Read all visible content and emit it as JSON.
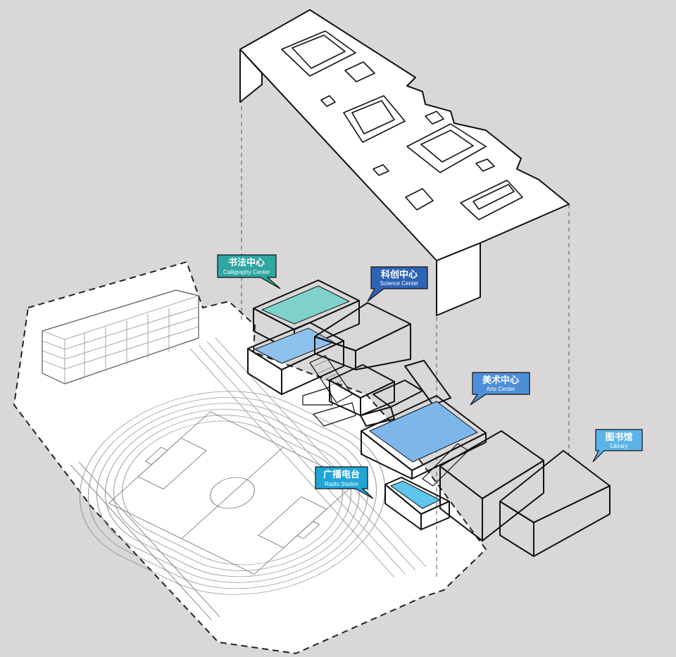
{
  "labels": {
    "calligraphy": {
      "cn": "书法中心",
      "en": "Calligraphy Center",
      "color": "#2fa6a2"
    },
    "science": {
      "cn": "科创中心",
      "en": "Science  Center",
      "color": "#2f63b3"
    },
    "arts": {
      "cn": "美术中心",
      "en": "Arts Center",
      "color": "#4d8fd6"
    },
    "library": {
      "cn": "图书馆",
      "en": "Library",
      "color": "#5bb4e8"
    },
    "radio": {
      "cn": "广播电台",
      "en": "Radio Station",
      "color": "#1fa5d6"
    }
  },
  "colors": {
    "background": "#d9d7d7",
    "calligraphy": "#5cc2bb",
    "science": "#3a6fc0",
    "arts": "#6ea9e2",
    "library": "#a8dcf6",
    "radio": "#4ab9e3",
    "link": "#9ed6da"
  }
}
